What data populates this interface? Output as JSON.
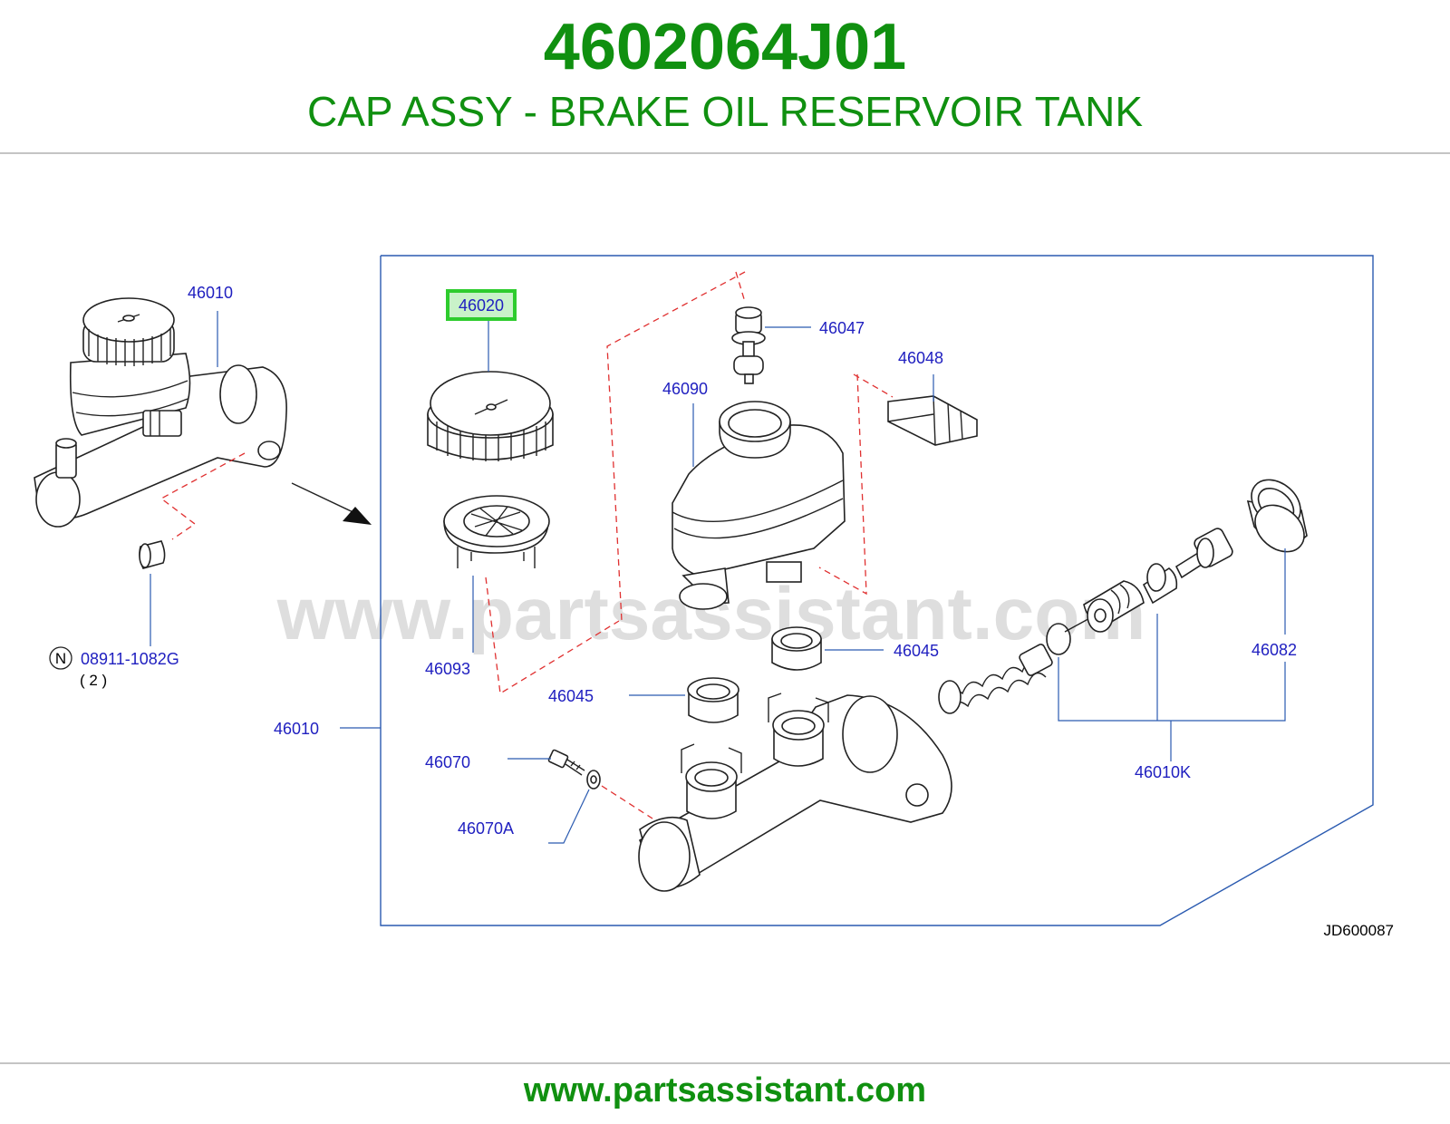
{
  "header": {
    "part_number": "4602064J01",
    "part_title": "CAP ASSY - BRAKE OIL RESERVOIR TANK"
  },
  "diagram": {
    "watermark": "www.partsassistant.com",
    "ref_code": "JD600087",
    "highlight_color": "#2ecc2e",
    "callouts": {
      "c46010_top": "46010",
      "c46020": "46020",
      "c46047": "46047",
      "c46048": "46048",
      "c46090": "46090",
      "c46093": "46093",
      "c46045_a": "46045",
      "c46045_b": "46045",
      "c46082": "46082",
      "c46010_main": "46010",
      "c46070": "46070",
      "c46070A": "46070A",
      "c46010K": "46010K",
      "c08911": "08911-1082G",
      "c08911_symbol": "N",
      "c08911_qty": "( 2 )"
    }
  },
  "footer": {
    "url": "www.partsassistant.com"
  },
  "colors": {
    "title_green": "#109010",
    "callout_blue": "#2020c0",
    "leader_blue": "#2a5ab0",
    "dash_red": "#e03030"
  }
}
